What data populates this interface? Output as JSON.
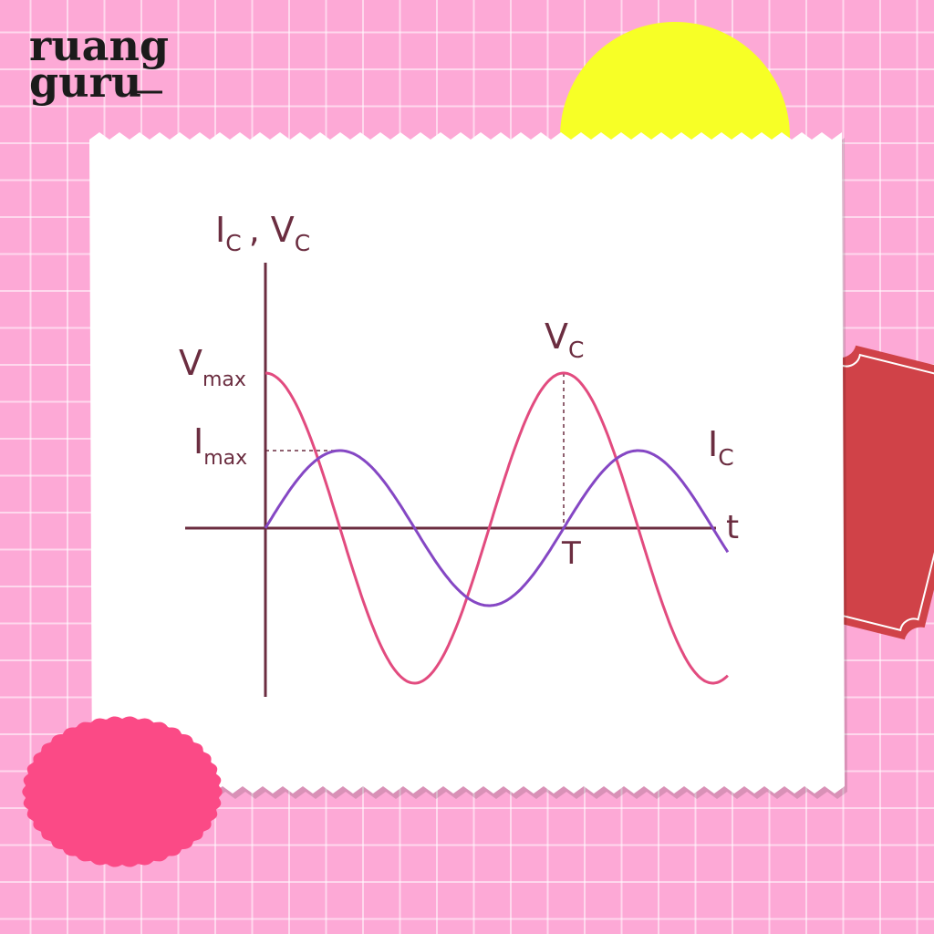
{
  "brand": {
    "line1": "ruang",
    "line2": "guru"
  },
  "colors": {
    "background": "#fda9d6",
    "sun": "#f7ff26",
    "paper": "#ffffff",
    "ticket": "#d04248",
    "blob": "#fb4a86",
    "axis": "#6b2d40",
    "voltage_curve": "#e24b7f",
    "current_curve": "#8547c4"
  },
  "chart_data": {
    "type": "line",
    "y_axis_label": {
      "main1": "I",
      "sub1": "C",
      "sep": ",",
      "main2": "V",
      "sub2": "C"
    },
    "x_axis_label": "t",
    "period_label": "T",
    "vmax_label": {
      "main": "V",
      "sub": "max"
    },
    "imax_label": {
      "main": "I",
      "sub": "max"
    },
    "series": [
      {
        "name": "Vc",
        "label": {
          "main": "V",
          "sub": "C"
        },
        "amplitude": 1.0,
        "phase": "cos",
        "color": "#e24b7f"
      },
      {
        "name": "Ic",
        "label": {
          "main": "I",
          "sub": "C"
        },
        "amplitude": 0.5,
        "phase": "sin",
        "color": "#8547c4"
      }
    ],
    "x_range_periods": [
      0,
      1.55
    ],
    "y_range": [
      -1,
      1
    ],
    "grid": false
  }
}
